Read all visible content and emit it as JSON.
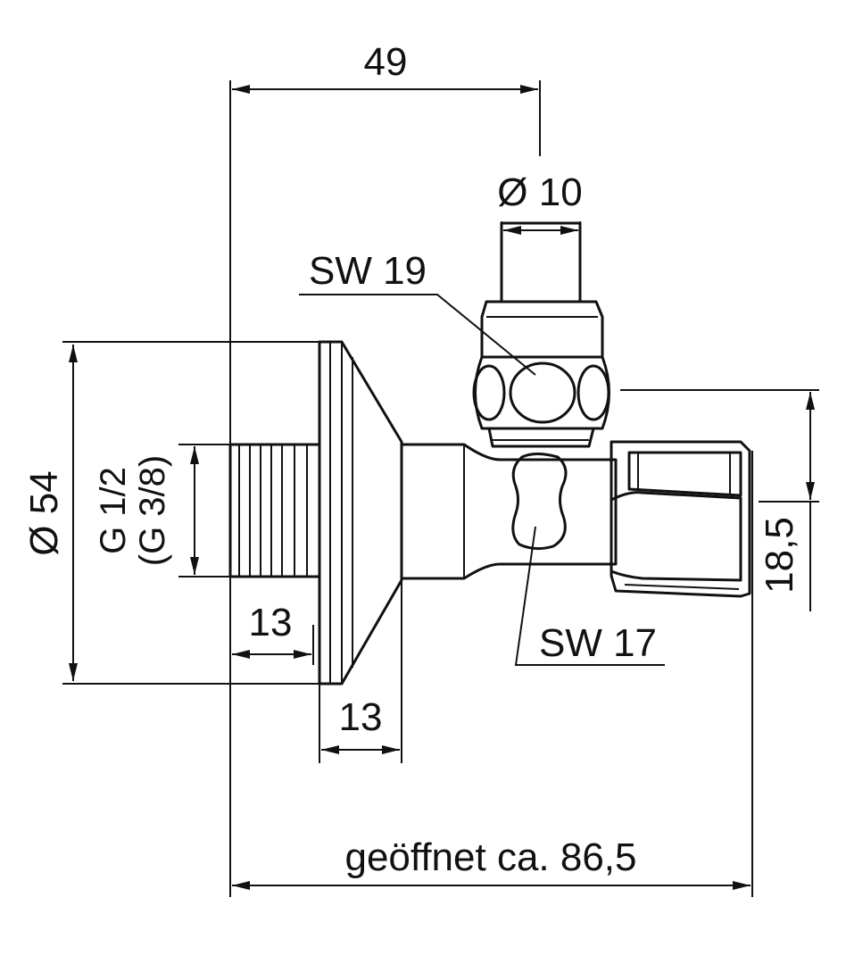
{
  "dimensions": {
    "top_width": "49",
    "outlet_diameter": "Ø 10",
    "handle_key": "SW 19",
    "rosette_diameter": "Ø 54",
    "thread_main": "G 1/2",
    "thread_alt": "(G 3/8)",
    "thread_length": "13",
    "rosette_depth": "13",
    "nut_key": "SW 17",
    "outlet_offset": "18,5",
    "total_length": "geöffnet ca. 86,5"
  }
}
